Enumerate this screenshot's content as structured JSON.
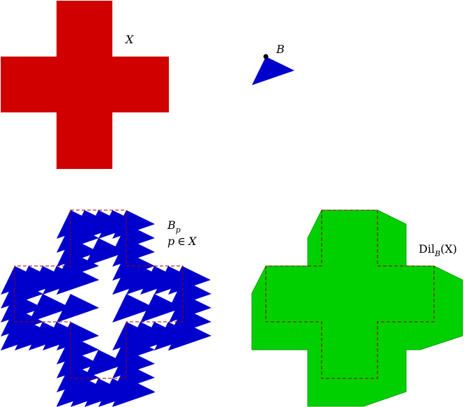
{
  "labels": {
    "set_x": "X",
    "structuring_element": "B",
    "translates_b": "B",
    "translates_sub": "p",
    "translates_cond_p": "p",
    "translates_cond_in": "∈",
    "translates_cond_x": "X",
    "dilation_prefix": "Dil",
    "dilation_sub": "B",
    "dilation_arg": "(X)"
  },
  "colors": {
    "set_x_fill": "#d00000",
    "structuring_element_fill": "#0000cc",
    "dilation_fill": "#00d000",
    "outline_dashed": "#990000",
    "origin_point": "#000000"
  }
}
